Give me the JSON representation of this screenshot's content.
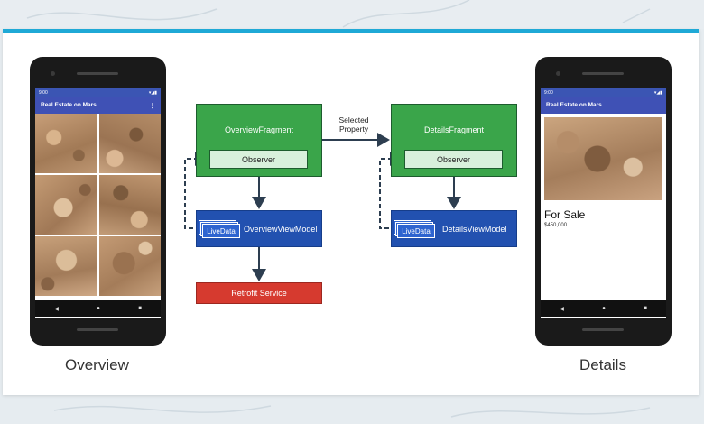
{
  "left_phone": {
    "status_time": "9:00",
    "app_title": "Real Estate on Mars",
    "menu_icon": "more-vert-icon",
    "nav_icons": [
      "back-icon",
      "home-icon",
      "recents-icon"
    ]
  },
  "right_phone": {
    "status_time": "9:00",
    "app_title": "Real Estate on Mars",
    "heading": "For Sale",
    "price": "$450,000",
    "nav_icons": [
      "back-icon",
      "home-icon",
      "recents-icon"
    ]
  },
  "captions": {
    "left": "Overview",
    "right": "Details"
  },
  "diagram": {
    "overview_fragment": "OverviewFragment",
    "details_fragment": "DetailsFragment",
    "observer_left": "Observer",
    "observer_right": "Observer",
    "livedata_left": "LiveData",
    "livedata_right": "LiveData",
    "overview_viewmodel": "OverviewViewModel",
    "details_viewmodel": "DetailsViewModel",
    "retrofit": "Retrofit Service",
    "edge_label_line1": "Selected",
    "edge_label_line2": "Property"
  },
  "colors": {
    "accent": "#1fa9d6",
    "fragment_green": "#3aa54a",
    "observer_mint": "#d8f0dc",
    "viewmodel_blue": "#2251b0",
    "retrofit_red": "#d63a2f",
    "appbar_indigo": "#3f51b5"
  }
}
